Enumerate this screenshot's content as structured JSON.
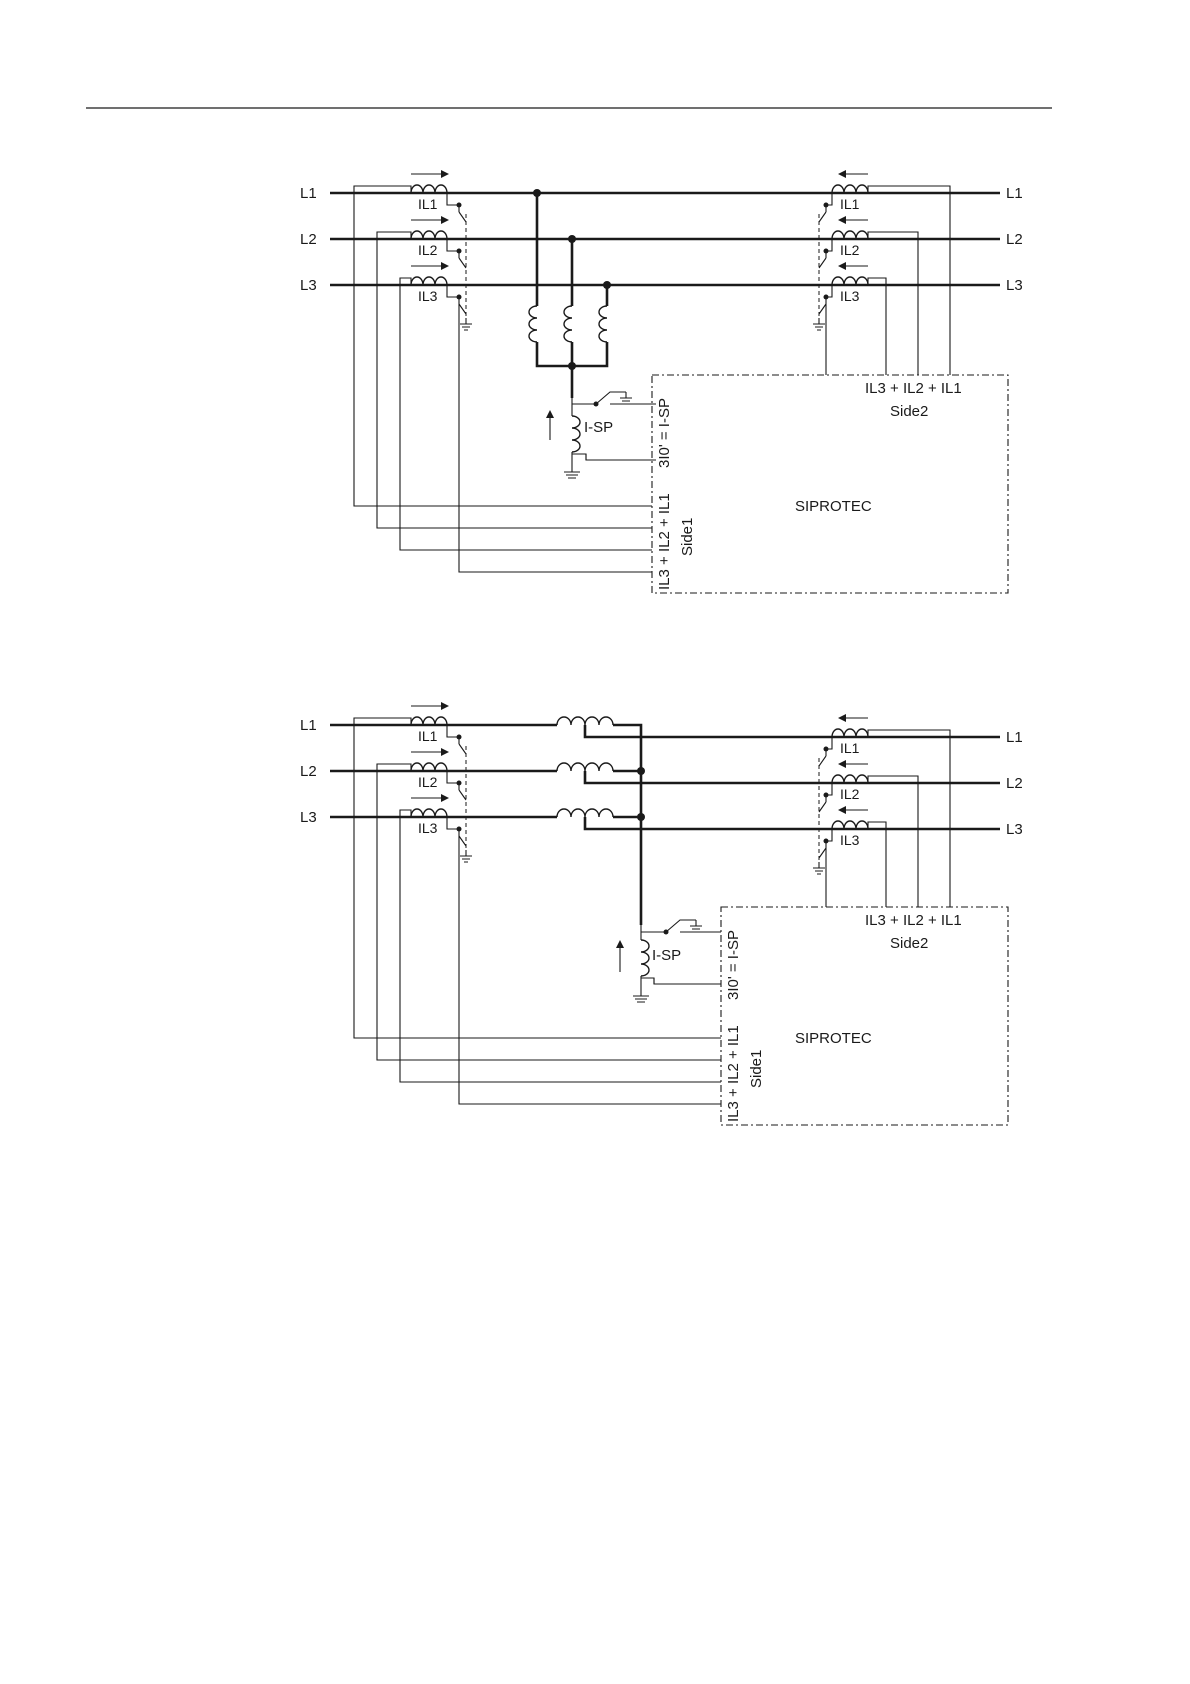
{
  "diagrams": [
    {
      "lines": [
        "L1",
        "L2",
        "L3"
      ],
      "ct_labels": [
        "IL1",
        "IL2",
        "IL3"
      ],
      "device": "SIPROTEC",
      "side1_sum": "IL3 + IL2 + IL1",
      "side1": "Side1",
      "side2_sum": "IL3 + IL2 + IL1",
      "side2": "Side2",
      "star_point_ct": "I-SP",
      "star_input": "3I0' = I-SP"
    },
    {
      "lines": [
        "L1",
        "L2",
        "L3"
      ],
      "ct_labels": [
        "IL1",
        "IL2",
        "IL3"
      ],
      "device": "SIPROTEC",
      "side1_sum": "IL3 + IL2 + IL1",
      "side1": "Side1",
      "side2_sum": "IL3 + IL2 + IL1",
      "side2": "Side2",
      "star_point_ct": "I-SP",
      "star_input": "3I0' = I-SP"
    }
  ]
}
